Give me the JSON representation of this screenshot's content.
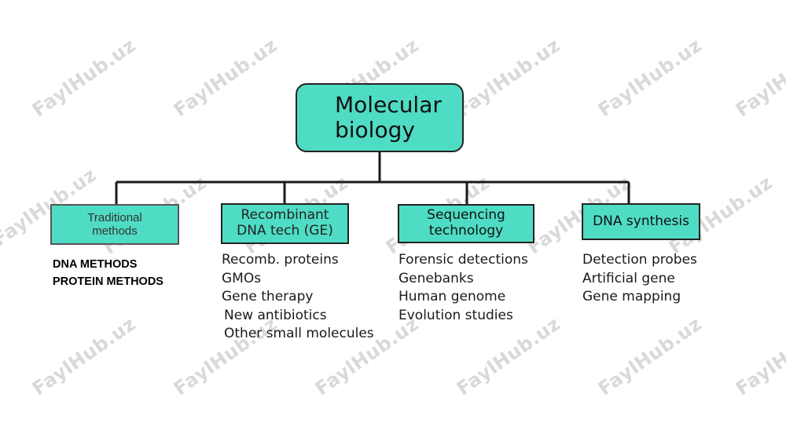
{
  "watermark": "FaylHub.uz",
  "root": {
    "label_line1": "Molecular",
    "label_line2": "biology"
  },
  "branches": [
    {
      "label_line1": "Traditional",
      "label_line2": "methods",
      "items": [
        "DNA METHODS",
        "PROTEIN METHODS"
      ]
    },
    {
      "label_line1": "Recombinant",
      "label_line2": "DNA tech (GE)",
      "items": [
        "Recomb. proteins",
        "GMOs",
        "Gene therapy",
        "New antibiotics",
        "Other small molecules"
      ]
    },
    {
      "label_line1": "Sequencing",
      "label_line2": "technology",
      "items": [
        "Forensic detections",
        "Genebanks",
        "Human genome",
        "Evolution studies"
      ]
    },
    {
      "label_line1": "DNA synthesis",
      "items": [
        "Detection probes",
        "Artificial gene",
        "Gene mapping"
      ]
    }
  ],
  "colors": {
    "box_fill": "#4fdcc4",
    "line": "#1a1a1a",
    "watermark": "#d9d9d9"
  }
}
